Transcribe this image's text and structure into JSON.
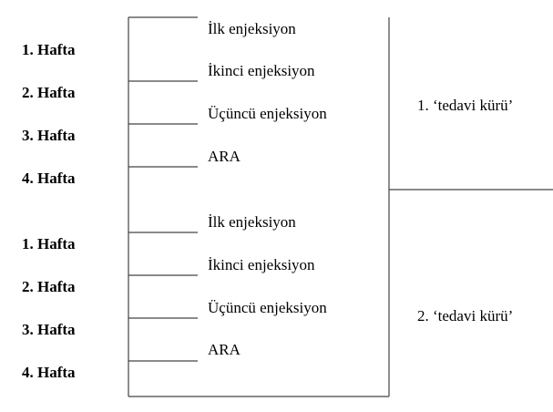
{
  "weeks": [
    "1. Hafta",
    "2. Hafta",
    "3. Hafta",
    "4. Hafta",
    "1. Hafta",
    "2. Hafta",
    "3. Hafta",
    "4. Hafta"
  ],
  "cycles": [
    {
      "label": "1. ‘tedavi kürü’",
      "steps": [
        "İlk enjeksiyon",
        "İkinci enjeksiyon",
        "Üçüncü enjeksiyon",
        "ARA"
      ]
    },
    {
      "label": "2. ‘tedavi kürü’",
      "steps": [
        "İlk enjeksiyon",
        "İkinci enjeksiyon",
        "Üçüncü enjeksiyon",
        "ARA"
      ]
    }
  ]
}
